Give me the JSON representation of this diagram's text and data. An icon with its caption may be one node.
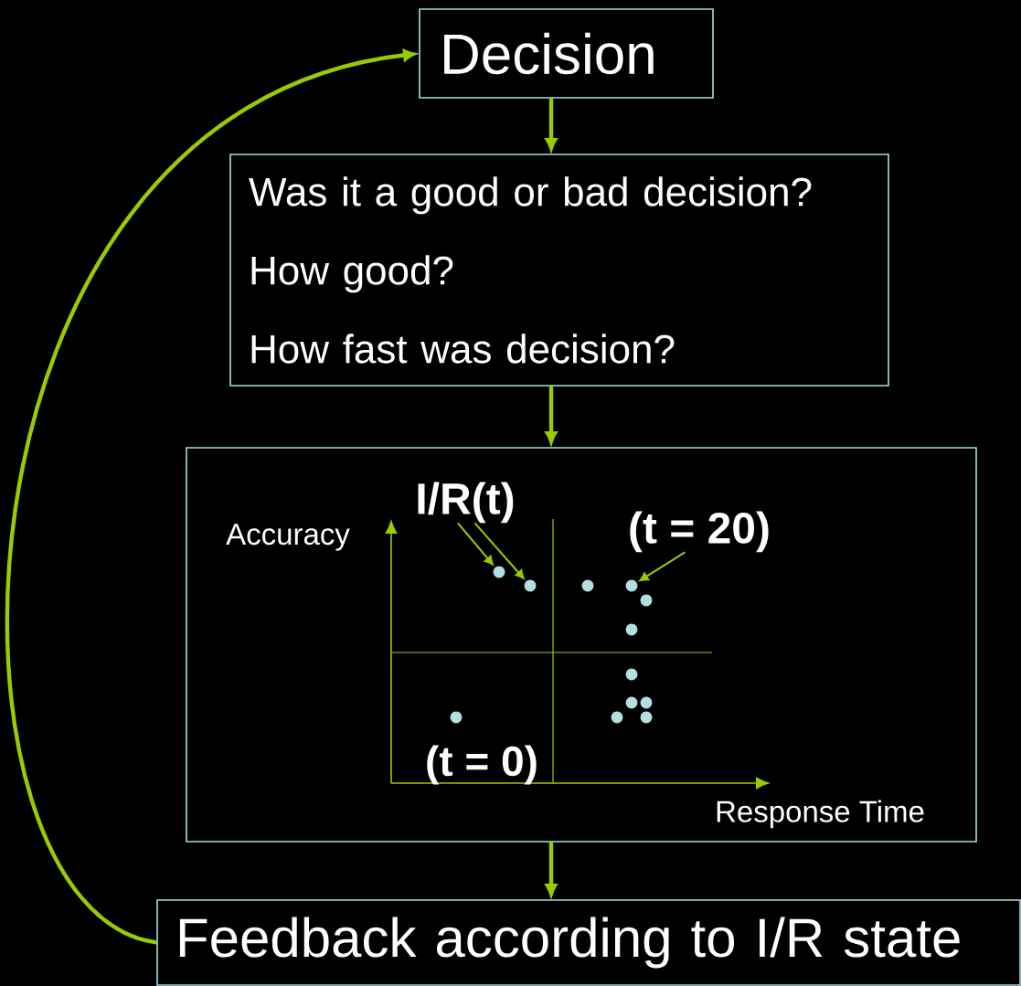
{
  "diagram": {
    "nodes": [
      {
        "text": [
          "Decision"
        ]
      },
      {
        "text": [
          "Was it a good or bad decision?",
          "How good?",
          "How fast was decision?"
        ]
      },
      {
        "text": [],
        "shape": "box"
      },
      {
        "text": [
          "I/R(t)"
        ],
        "in": 2
      },
      {
        "text": [
          "(t = 20)"
        ],
        "in": 2
      },
      {
        "text": [],
        "shape": "circle",
        "in": 2
      },
      {
        "text": [],
        "shape": "circle",
        "in": 2
      },
      {
        "text": [],
        "shape": "circle",
        "in": 2
      },
      {
        "text": [],
        "shape": "circle",
        "in": 2
      },
      {
        "text": [],
        "shape": "circle",
        "in": 2
      },
      {
        "text": [],
        "shape": "circle",
        "in": 2
      },
      {
        "text": [],
        "shape": "circle",
        "in": 2
      },
      {
        "text": [],
        "shape": "circle",
        "in": 2
      },
      {
        "text": [],
        "shape": "circle",
        "in": 2
      },
      {
        "text": [],
        "shape": "circle",
        "in": 2
      },
      {
        "text": [],
        "shape": "circle",
        "in": 2
      },
      {
        "text": [],
        "shape": "circle",
        "in": 2
      },
      {
        "text": [
          "Feedback according to I/R state"
        ]
      }
    ],
    "edges": [
      {
        "from": 0,
        "to": 1,
        "arrow": "to"
      },
      {
        "from": 1,
        "to": 2,
        "arrow": "to"
      },
      {
        "from": 2,
        "to": 17,
        "arrow": "to"
      },
      {
        "from": 17,
        "to": 0,
        "arrow": "to"
      },
      {
        "from": 3,
        "to": 5,
        "arrow": "to"
      },
      {
        "from": 3,
        "to": 6,
        "arrow": "to"
      },
      {
        "from": 4,
        "to": 8,
        "arrow": "to"
      }
    ],
    "labels": [
      "Accuracy",
      "(t = 0)",
      "Response Time"
    ]
  }
}
